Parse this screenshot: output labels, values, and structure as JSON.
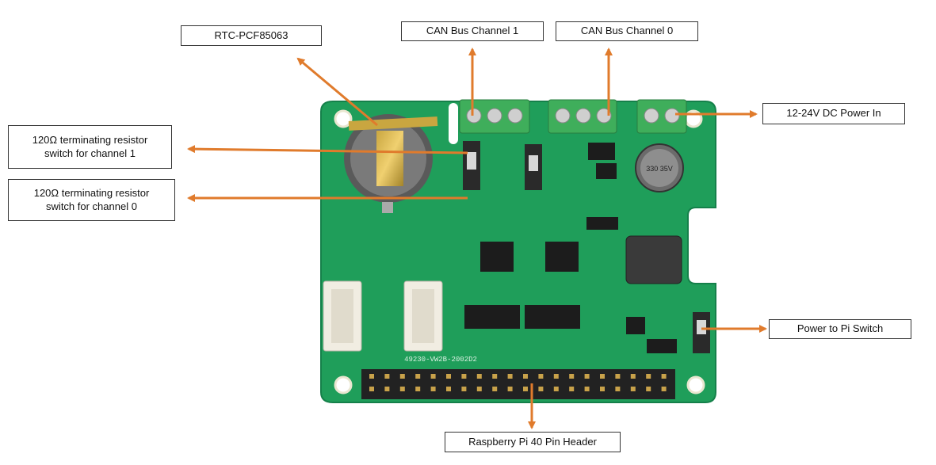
{
  "labels": {
    "rtc": "RTC-PCF85063",
    "can1": "CAN Bus Channel 1",
    "can0": "CAN Bus Channel 0",
    "power_in": "12-24V DC Power In",
    "resistor_ch1_line1": "120Ω terminating resistor",
    "resistor_ch1_line2": "switch for channel 1",
    "resistor_ch0_line1": "120Ω terminating resistor",
    "resistor_ch0_line2": "switch for channel 0",
    "pi_switch": "Power to Pi Switch",
    "header": "Raspberry Pi 40 Pin Header"
  },
  "board_text": {
    "part_number": "49230-VW2B-2002D2",
    "cap_marking": "330 35V"
  },
  "colors": {
    "pcb": "#1f9e5a",
    "pcb_dark": "#15804a",
    "arrow": "#e07b2c",
    "terminal": "#3fae5b",
    "chip": "#1c1c1c"
  }
}
